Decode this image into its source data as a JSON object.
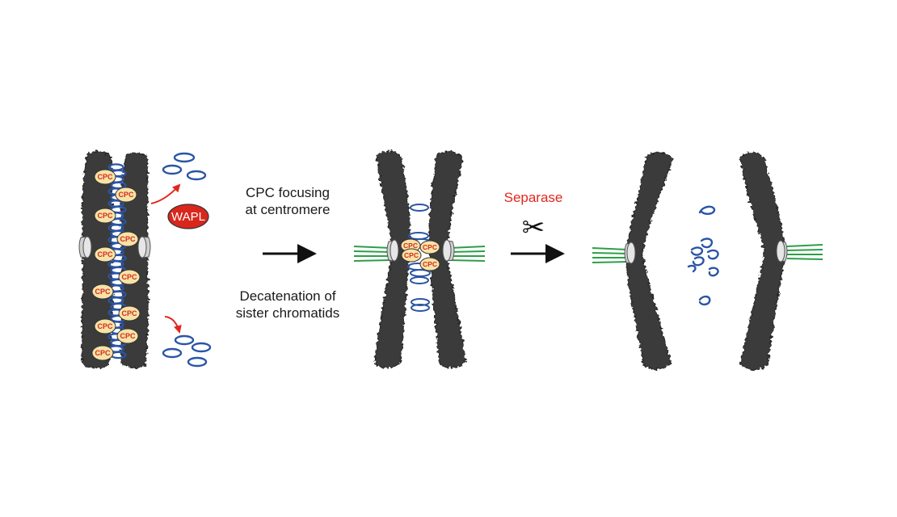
{
  "labels": {
    "cpc": "CPC",
    "wapl": "WAPL",
    "step1_line1": "CPC focusing",
    "step1_line2": "at centromere",
    "step2_line1": "Decatenation of",
    "step2_line2": "sister chromatids",
    "separase": "Separase"
  },
  "icons": {
    "scissors": "✂"
  },
  "colors": {
    "chromatin": "#3b3b3b",
    "cohesin_ring": "#2a55a6",
    "cpc_fill": "#f6e3a6",
    "cpc_text": "#d62a1e",
    "wapl_fill": "#d9271c",
    "arrow_red": "#e0281e",
    "separase_text": "#e0281e",
    "microtubule": "#2e9e48",
    "kinetochore": "#cfcfcf",
    "process_arrow": "#111111"
  }
}
